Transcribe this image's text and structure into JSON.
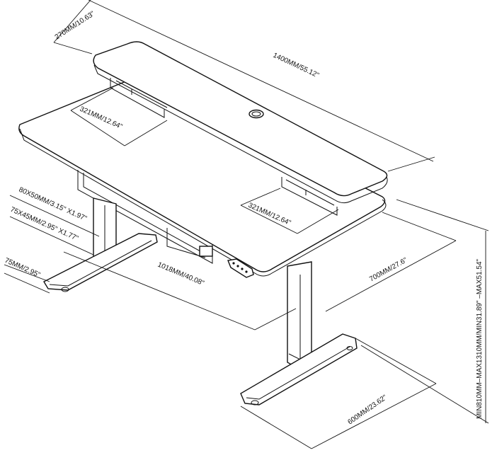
{
  "dimensions": {
    "shelf_depth": "270MM/10.63\"",
    "shelf_width": "1400MM/55.12\"",
    "left_gap": "321MM/12.64\"",
    "right_gap": "321MM/12.64\"",
    "leg_upper": "80X50MM/3.15\" X1.97\"",
    "leg_lower": "75X45MM/2.95\" X1.77\"",
    "foot_width": "75MM/2.95\"",
    "leg_span": "1018MM/40.08\"",
    "desk_depth": "700MM/27.6\"",
    "height": "MIN810MM–MAX1310MM/MIN31.89\" –MAX51.54\"",
    "foot_depth": "600MM/23.62\""
  }
}
